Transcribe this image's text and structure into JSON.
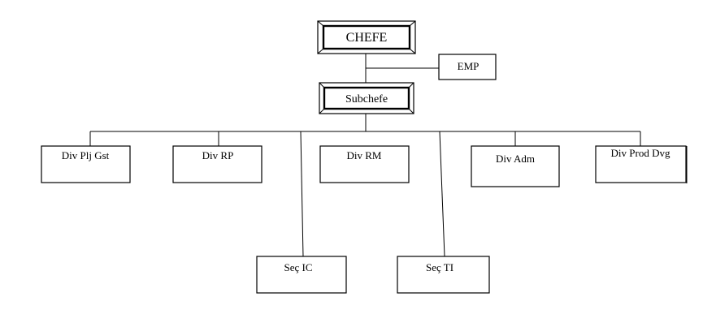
{
  "org_chart": {
    "top": {
      "label": "CHEFE"
    },
    "staff": {
      "label": "EMP"
    },
    "deputy": {
      "label": "Subchefe"
    },
    "divisions": [
      {
        "label": "Div Plj Gst"
      },
      {
        "label": "Div RP"
      },
      {
        "label": "Div RM"
      },
      {
        "label": "Div Adm"
      },
      {
        "label": "Div Prod Dvg"
      }
    ],
    "sections": [
      {
        "label": "Seç IC"
      },
      {
        "label": "Seç TI"
      }
    ]
  }
}
